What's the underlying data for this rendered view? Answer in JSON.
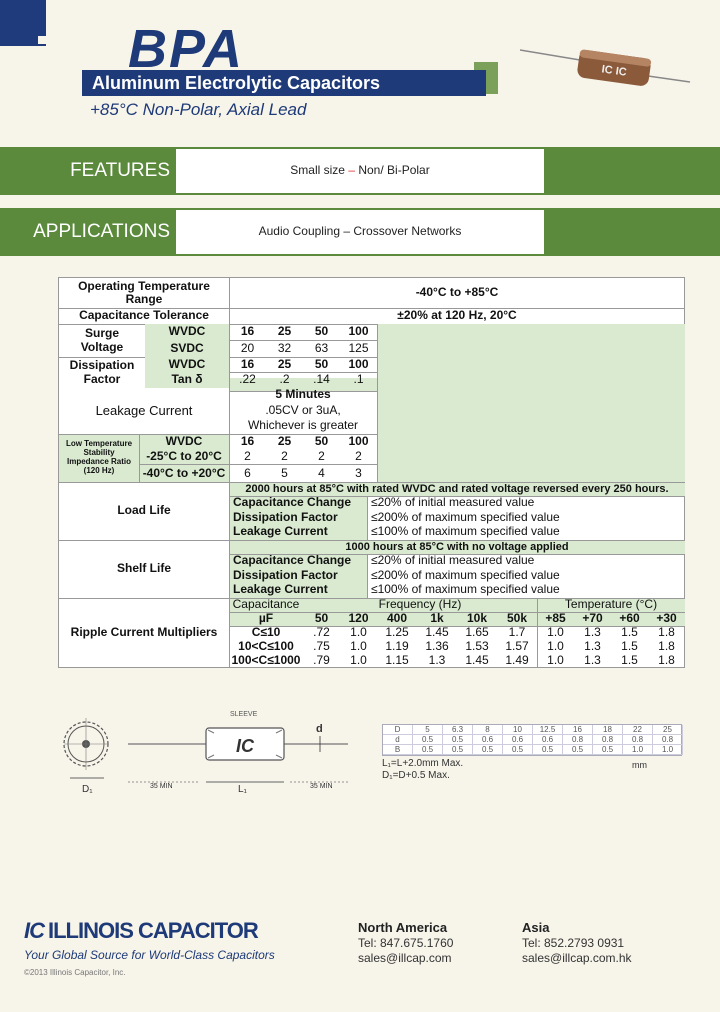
{
  "header": {
    "product": "BPA",
    "title": "Aluminum Electrolytic Capacitors",
    "subtitle": "+85°C Non-Polar, Axial Lead"
  },
  "features": {
    "label": "FEATURES",
    "text_a": "Small size",
    "dash": "–",
    "text_b": "Non/ Bi-Polar"
  },
  "applications": {
    "label": "APPLICATIONS",
    "text_a": "Audio Coupling",
    "dash": "–",
    "text_b": "Crossover Networks"
  },
  "spec": {
    "op_temp_label": "Operating Temperature Range",
    "op_temp_value": "-40°C to +85°C",
    "cap_tol_label": "Capacitance Tolerance",
    "cap_tol_value": "±20% at 120 Hz, 20°C",
    "surge_label": "Surge Voltage",
    "wvdc": "WVDC",
    "svdc": "SVDC",
    "wv": [
      "16",
      "25",
      "50",
      "100"
    ],
    "sv": [
      "20",
      "32",
      "63",
      "125"
    ],
    "diss_label": "Dissipation Factor",
    "tan": "Tan δ",
    "tan_vals": [
      ".22",
      ".2",
      ".14",
      ".1"
    ],
    "leak_label": "Leakage Current",
    "leak_time": "5 Minutes",
    "leak_a": ".05CV or 3uA,",
    "leak_b": "Whichever is greater",
    "lts_label": "Low Temperature Stability Impedance Ratio (120 Hz)",
    "lts_range": "-25°C to 20°C",
    "lts_range2": "-40°C to +20°C",
    "lts_vals": [
      "2",
      "2",
      "2",
      "2"
    ],
    "lts_vals2": [
      "6",
      "5",
      "4",
      "3"
    ],
    "load_label": "Load Life",
    "load_head": "2000 hours at 85°C with rated WVDC and rated voltage reversed every 250 hours.",
    "shelf_label": "Shelf Life",
    "shelf_head": "1000 hours at 85°C with no voltage applied",
    "cc": "Capacitance Change",
    "df": "Dissipation Factor",
    "lc": "Leakage Current",
    "cc_val": "≤20% of initial measured value",
    "df_val": "≤200% of maximum specified value",
    "lc_val": "≤100% of maximum specified value",
    "ripple_label": "Ripple Current Multipliers",
    "rc_cap": "Capacitance",
    "rc_freq": "Frequency (Hz)",
    "rc_temp": "Temperature (°C)",
    "rc_uf": "µF",
    "freqs": [
      "50",
      "120",
      "400",
      "1k",
      "10k",
      "50k"
    ],
    "temps": [
      "+85",
      "+70",
      "+60",
      "+30"
    ],
    "rows": [
      {
        "cap": "C≤10",
        "f": [
          ".72",
          "1.0",
          "1.25",
          "1.45",
          "1.65",
          "1.7"
        ],
        "t": [
          "1.0",
          "1.3",
          "1.5",
          "1.8"
        ]
      },
      {
        "cap": "10<C≤100",
        "f": [
          ".75",
          "1.0",
          "1.19",
          "1.36",
          "1.53",
          "1.57"
        ],
        "t": [
          "1.0",
          "1.3",
          "1.5",
          "1.8"
        ]
      },
      {
        "cap": "100<C≤1000",
        "f": [
          ".79",
          "1.0",
          "1.15",
          "1.3",
          "1.45",
          "1.49"
        ],
        "t": [
          "1.0",
          "1.3",
          "1.5",
          "1.8"
        ]
      }
    ]
  },
  "dims": {
    "D": [
      "D",
      "5",
      "6.3",
      "8",
      "10",
      "12.5",
      "16",
      "18",
      "22",
      "25"
    ],
    "d": [
      "d",
      "0.5",
      "0.5",
      "0.6",
      "0.6",
      "0.6",
      "0.8",
      "0.8",
      "0.8",
      "0.8"
    ],
    "e": [
      "B",
      "0.5",
      "0.5",
      "0.5",
      "0.5",
      "0.5",
      "0.5",
      "0.5",
      "1.0",
      "1.0"
    ],
    "note1": "L₁=L+2.0mm Max.",
    "note2": "D₁=D+0.5 Max.",
    "unit": "mm",
    "drawing_sleeve": "SLEEVE",
    "drawing_d": "d",
    "drawing_D1": "D₁",
    "drawing_L1": "L₁",
    "drawing_lead": "35 MIN",
    "drawing_lead2": "35 MIN"
  },
  "footer": {
    "brand": "ILLINOIS CAPACITOR",
    "slogan": "Your Global Source for World-Class Capacitors",
    "copyright": "©2013 Illinois Capacitor, Inc.",
    "na_title": "North America",
    "na_tel": "Tel: 847.675.1760",
    "na_mail": "sales@illcap.com",
    "asia_title": "Asia",
    "asia_tel": "Tel: 852.2793 0931",
    "asia_mail": "sales@illcap.com.hk"
  },
  "colors": {
    "navy": "#1e3a78",
    "green": "#5b8a3c",
    "light_green": "#d9ead0",
    "accent_red": "#d33"
  }
}
